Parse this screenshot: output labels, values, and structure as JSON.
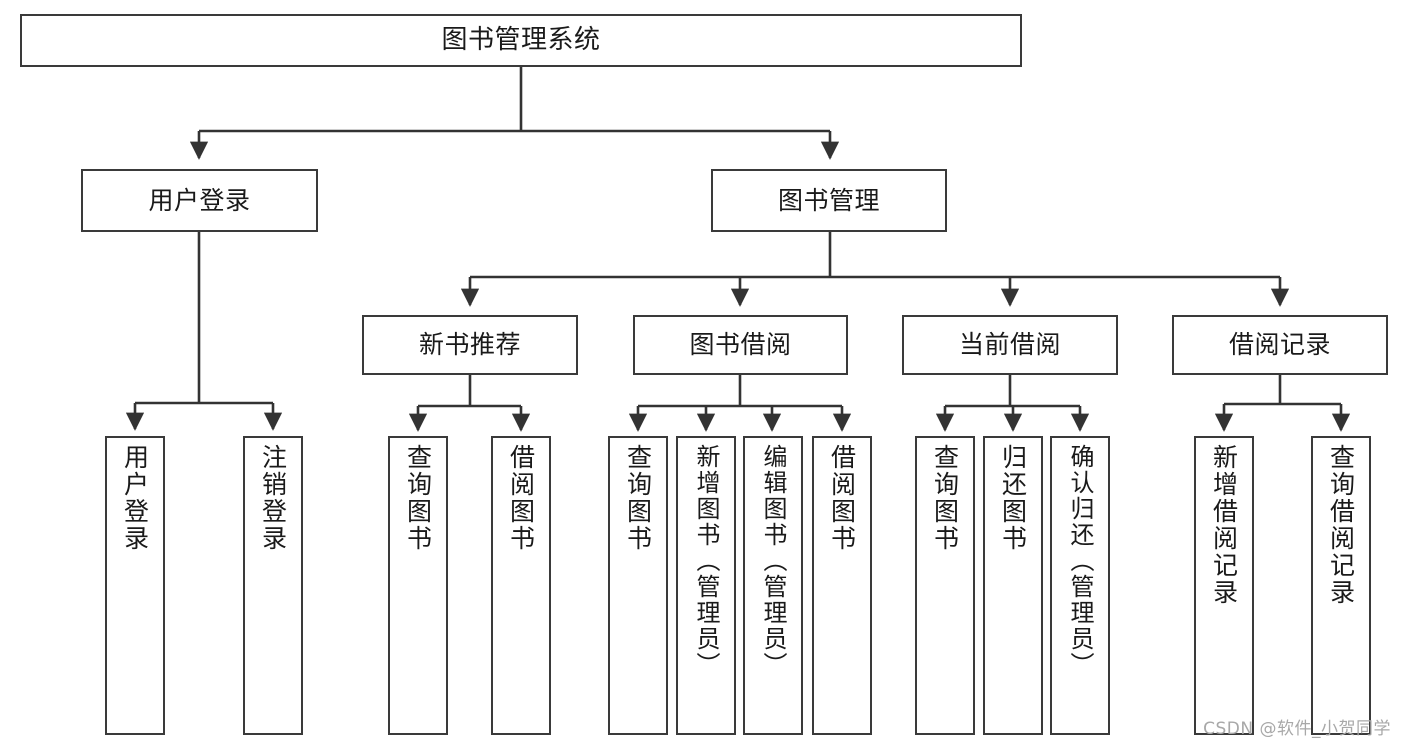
{
  "diagram": {
    "type": "tree-hierarchy",
    "title": "图书管理系统",
    "orientation": "top-down",
    "colors": {
      "border": "#3a3a3a",
      "node_fill": "#ffffff",
      "text": "#1a1a1a",
      "edge": "#333333",
      "watermark": "#a8a8a8",
      "background": "#ffffff"
    }
  },
  "nodes": {
    "root": {
      "label": "图书管理系统"
    },
    "level2": [
      {
        "label": "用户登录"
      },
      {
        "label": "图书管理"
      }
    ],
    "level3": [
      {
        "label": "新书推荐"
      },
      {
        "label": "图书借阅"
      },
      {
        "label": "当前借阅"
      },
      {
        "label": "借阅记录"
      }
    ],
    "leaves": {
      "user_login": [
        {
          "label": "用户登录"
        },
        {
          "label": "注销登录"
        }
      ],
      "new_book_recommend": [
        {
          "label": "查询图书"
        },
        {
          "label": "借阅图书"
        }
      ],
      "book_borrow": [
        {
          "label": "查询图书"
        },
        {
          "label": "新增图书（管理员）"
        },
        {
          "label": "编辑图书（管理员）"
        },
        {
          "label": "借阅图书"
        }
      ],
      "current_borrow": [
        {
          "label": "查询图书"
        },
        {
          "label": "归还图书"
        },
        {
          "label": "确认归还（管理员）"
        }
      ],
      "borrow_record": [
        {
          "label": "新增借阅记录"
        },
        {
          "label": "查询借阅记录"
        }
      ]
    }
  },
  "watermark": {
    "text": "CSDN @软件_小贺同学"
  }
}
